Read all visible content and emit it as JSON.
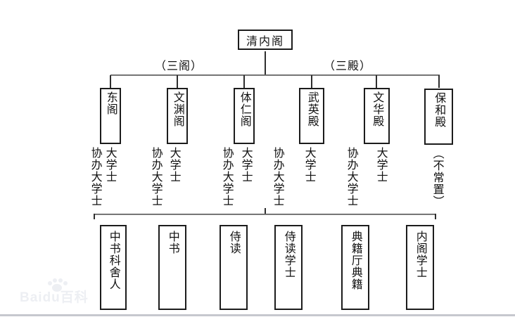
{
  "root": {
    "label": "清内阁"
  },
  "branch_labels": {
    "pavilions": "（三阁）",
    "halls": "（三殿）"
  },
  "tier2": [
    {
      "name": "东阁",
      "officials": [
        "协办大学士",
        "大学士"
      ]
    },
    {
      "name": "文渊阁",
      "officials": [
        "协办大学士",
        "大学士"
      ]
    },
    {
      "name": "体仁阁",
      "officials": [
        "协办大学士",
        "大学士"
      ]
    },
    {
      "name": "武英殿",
      "officials": [
        "协办大学士",
        "大学士"
      ]
    },
    {
      "name": "文华殿",
      "officials": [
        "协办大学士",
        "大学士"
      ]
    },
    {
      "name": "保和殿",
      "note": "（不常置）"
    }
  ],
  "tier3": [
    {
      "name": "中书科舍人"
    },
    {
      "name": "中书"
    },
    {
      "name": "侍读"
    },
    {
      "name": "侍读学士"
    },
    {
      "name": "典籍厅典籍"
    },
    {
      "name": "内阁学士"
    }
  ],
  "watermark": {
    "text": "Baidu百科"
  },
  "colors": {
    "box_border": "#1c1c1c",
    "connector_line": "#5a5a5a",
    "text": "#111111",
    "watermark": "#edeff3",
    "page_divider": "#c6c8ce"
  }
}
